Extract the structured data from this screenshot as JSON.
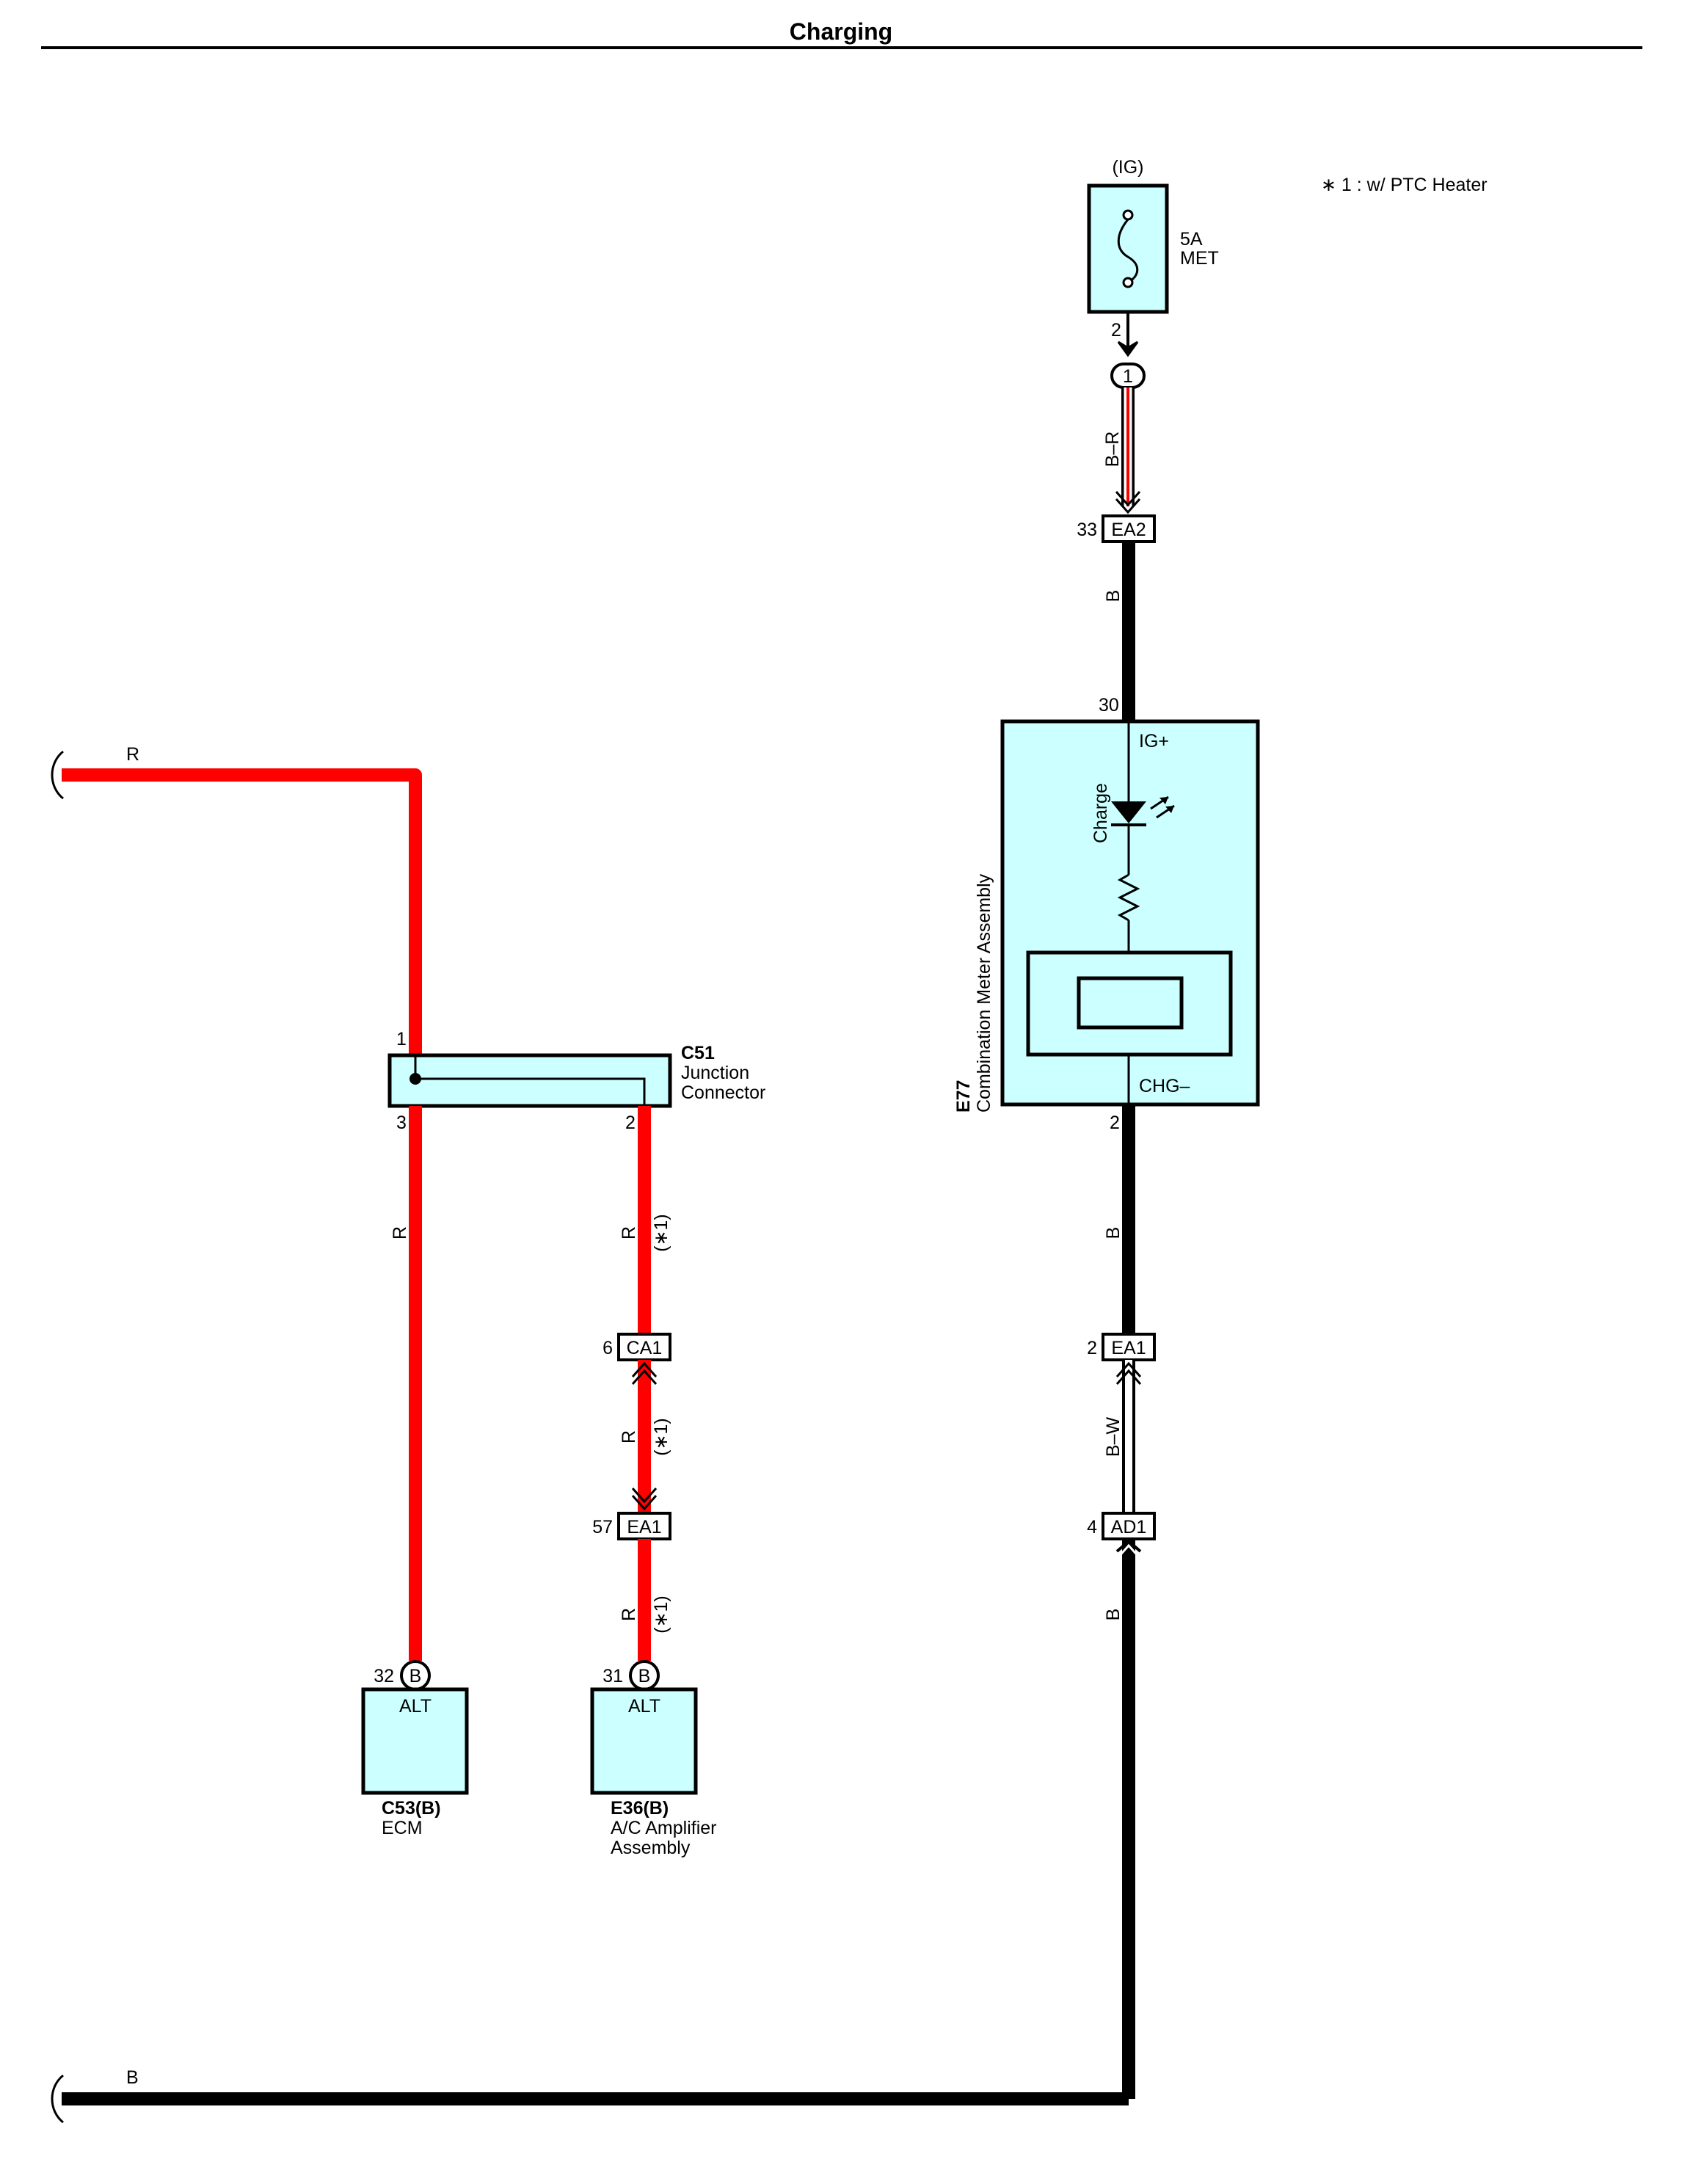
{
  "title": "Charging",
  "note": "∗ 1 : w/ PTC Heater",
  "colors": {
    "wire_red": "#ff0000",
    "wire_black": "#000000",
    "component_fill": "#ccffff"
  },
  "fuse": {
    "source": "(IG)",
    "rating": "5A",
    "name": "MET",
    "pin_out": "2"
  },
  "junction_pin": "1",
  "wires": {
    "r_top": "R",
    "br": "B–R",
    "b_upper": "B",
    "b_middle": "B",
    "bw": "B–W",
    "b_lower": "B",
    "r_ecm": "R",
    "r_ac1": "R",
    "r_ac2": "R",
    "r_ac3": "R",
    "b_bottom": "B"
  },
  "options": {
    "ptc1": "(∗1)",
    "ptc2": "(∗1)",
    "ptc3": "(∗1)"
  },
  "connectors": {
    "ea2": {
      "name": "EA2",
      "pin": "33"
    },
    "ea1_right": {
      "name": "EA1",
      "pin": "2"
    },
    "ad1": {
      "name": "AD1",
      "pin": "4"
    },
    "ca1": {
      "name": "CA1",
      "pin": "6"
    },
    "ea1_left": {
      "name": "EA1",
      "pin": "57"
    }
  },
  "meter": {
    "code": "E77",
    "name": "Combination Meter Assembly",
    "pin_in": "30",
    "pin_out": "2",
    "terminal_in": "IG+",
    "terminal_out": "CHG–",
    "lamp_label": "Charge"
  },
  "junction_connector": {
    "code": "C51",
    "name_line1": "Junction",
    "name_line2": "Connector",
    "pin_in": "1",
    "pin_left": "3",
    "pin_right": "2"
  },
  "ecm": {
    "code": "C53(B)",
    "name": "ECM",
    "pin": "32",
    "connector": "B",
    "terminal": "ALT"
  },
  "ac_amp": {
    "code": "E36(B)",
    "name_line1": "A/C Amplifier",
    "name_line2": "Assembly",
    "pin": "31",
    "connector": "B",
    "terminal": "ALT"
  }
}
